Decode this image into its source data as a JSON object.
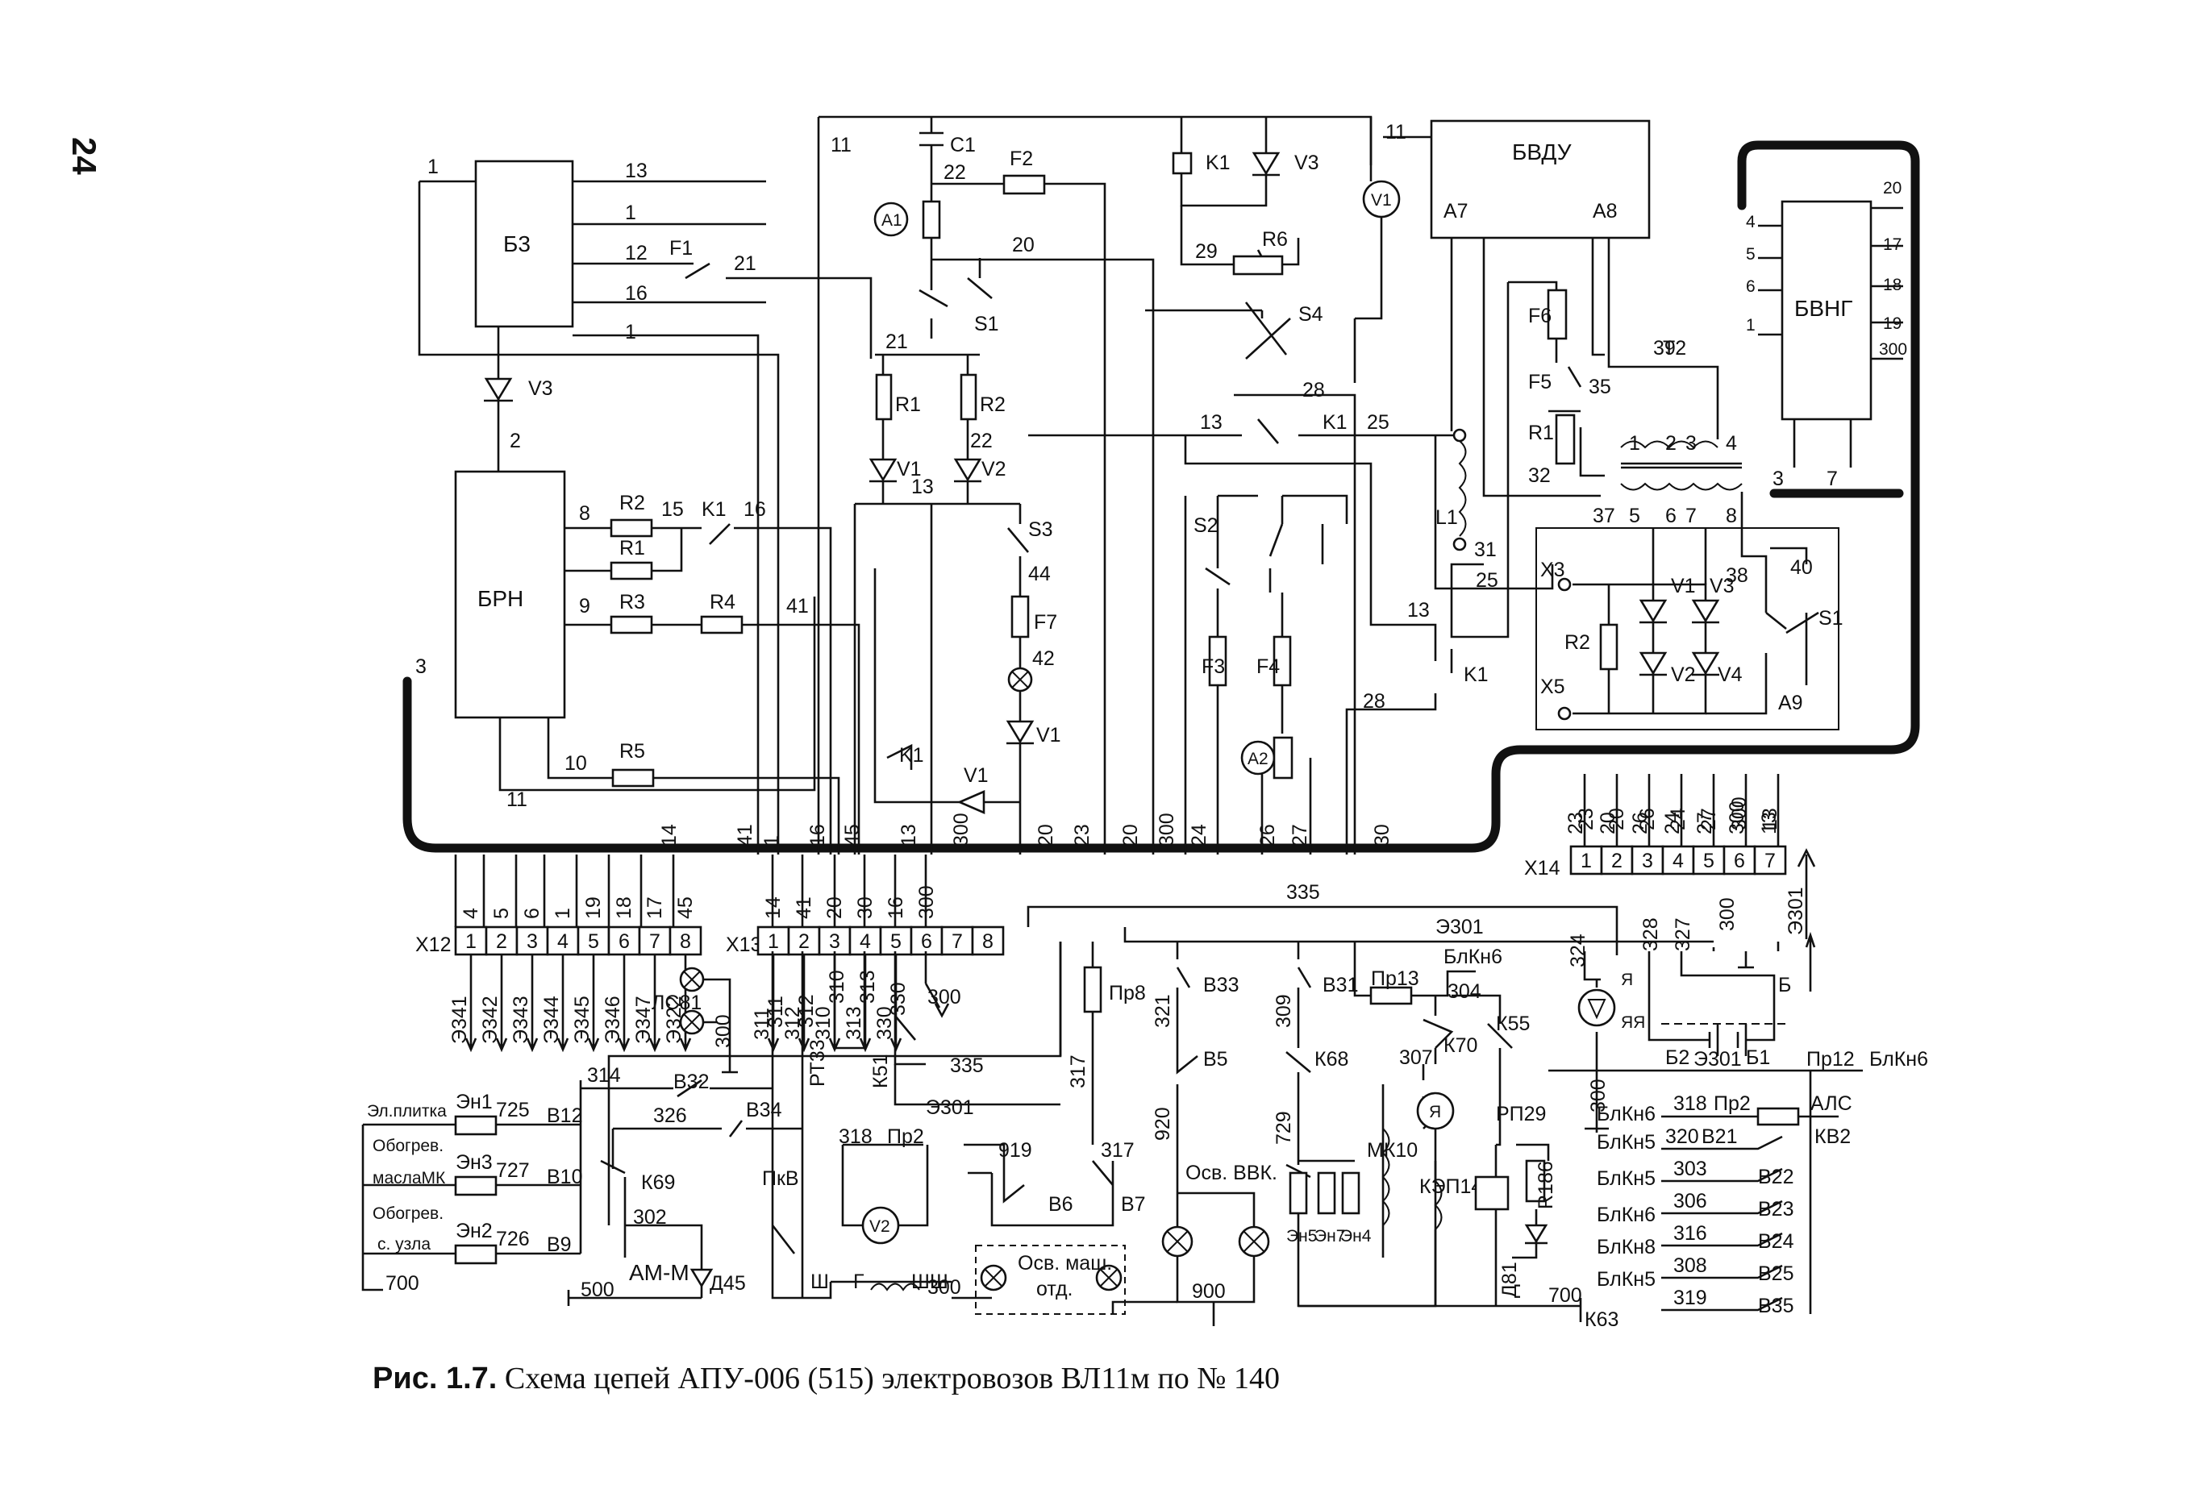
{
  "page_number": "24",
  "caption": {
    "fig_label": "Рис. 1.7.",
    "text": "Схема цепей АПУ-006 (515) электровозов ВЛ11м по № 140"
  },
  "blocks": {
    "b3": "Б3",
    "brn": "БРН",
    "bvdu": "БВДУ",
    "bvng": "БВНГ",
    "a9": "А9",
    "am_m": "АМ-М"
  },
  "connectors": {
    "x12": {
      "name": "Х12",
      "pins": [
        "1",
        "2",
        "3",
        "4",
        "5",
        "6",
        "7",
        "8"
      ],
      "wires_top": [
        "4",
        "5",
        "6",
        "1",
        "19",
        "18",
        "17",
        "45"
      ],
      "wires_bottom": [
        "Э341",
        "Э342",
        "Э343",
        "Э344",
        "Э345",
        "Э346",
        "Э347",
        "Э322"
      ]
    },
    "x13": {
      "name": "Х13",
      "pins": [
        "1",
        "2",
        "3",
        "4",
        "5",
        "6",
        "7",
        "8"
      ],
      "wires_top": [
        "14",
        "41",
        "20",
        "30",
        "16",
        "300"
      ],
      "wires_bottom": [
        "311",
        "312",
        "310",
        "313",
        "330"
      ]
    },
    "x14": {
      "name": "Х14",
      "pins": [
        "1",
        "2",
        "3",
        "4",
        "5",
        "6",
        "7"
      ],
      "wires_top": [
        "23",
        "20",
        "26",
        "24",
        "27",
        "300",
        "13"
      ]
    }
  },
  "components": {
    "c1": "C1",
    "f1": "F1",
    "f2": "F2",
    "f3": "F3",
    "f4": "F4",
    "f5": "F5",
    "f6": "F6",
    "f7": "F7",
    "a1": "A1",
    "a2": "A2",
    "v1_meter": "V1",
    "v2_meter": "V2",
    "k1": "K1",
    "v3": "V3",
    "v1": "V1",
    "v2": "V2",
    "v4": "V4",
    "r1": "R1",
    "r2": "R2",
    "r3": "R3",
    "r4": "R4",
    "r5": "R5",
    "r6": "R6",
    "s1": "S1",
    "s2": "S2",
    "s3": "S3",
    "s4": "S4",
    "t2": "T2",
    "l1": "L1",
    "x3": "Х3",
    "x5": "Х5",
    "a7": "А7",
    "a8": "А8",
    "k51": "К51",
    "pt33": "РТ33",
    "k55": "К55",
    "k68": "К68",
    "k69": "К69",
    "k70": "К70",
    "pr8": "Пр8",
    "pr13": "Пр13",
    "pr2": "Пр2",
    "pr12": "Пр12",
    "v33": "В33",
    "v31": "В31",
    "v32": "В32",
    "v34": "В34",
    "v5": "В5",
    "v6": "В6",
    "v7": "В7",
    "v9": "В9",
    "v10": "В10",
    "v12": "В12",
    "v22": "В22",
    "v23": "В23",
    "v24": "В24",
    "v25": "В25",
    "v35": "В35",
    "v21": "В21",
    "en1": "Эн1",
    "en2": "Эн2",
    "en3": "Эн3",
    "en4": "Эн4",
    "en5": "Эн5",
    "en7": "Эн7",
    "mk10": "МК10",
    "kep14": "КЭП14",
    "rp29": "РП29",
    "r186": "R186",
    "d81": "Д81",
    "d45": "Д45",
    "lc81": "ЛС81",
    "pkv": "ПкВ",
    "b": "Б",
    "b1": "Б1",
    "b2": "Б2",
    "k63": "К63"
  },
  "labels": {
    "el_plitka": "Эл.плитка",
    "obogrev_masla": "Обогрев. маслаМК",
    "obogrev_uzla": "Обогрев. с. узла",
    "osv_mash": "Осв. маш. отд.",
    "osv_vvk": "Осв. ВВК.",
    "yakor": "Я",
    "yaya": "ЯЯ",
    "sh": "Ш",
    "g": "Г",
    "shsh": "ШШ",
    "als": "АЛС",
    "kv2": "КВ2",
    "blkn6": "БлКн6",
    "blkn5": "БлКн5",
    "blkn8": "БлКн8",
    "e301": "Э301"
  }
}
